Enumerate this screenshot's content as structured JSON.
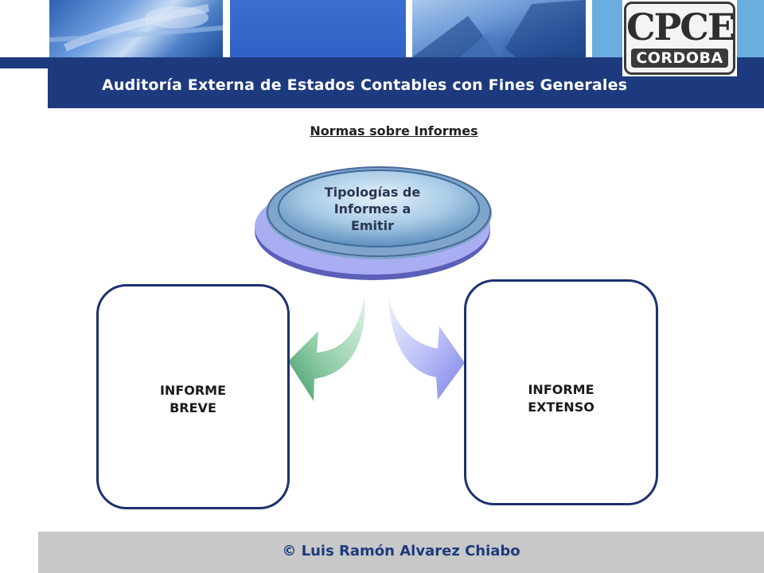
{
  "header": {
    "title": "Auditoría Externa de Estados Contables con Fines Generales",
    "logo_top": "CPCE",
    "logo_bottom": "CORDOBA"
  },
  "subtitle": "Normas sobre Informes",
  "diagram": {
    "center_line1": "Tipologías de",
    "center_line2": "Informes a",
    "center_line3": "Emitir",
    "left_box_line1": "INFORME",
    "left_box_line2": "BREVE",
    "right_box_line1": "INFORME",
    "right_box_line2": "EXTENSO"
  },
  "footer": {
    "copyright": "© Luis Ramón Alvarez Chiabo"
  },
  "colors": {
    "navy": "#1e3a7e",
    "footer_gray": "#c8c8c8",
    "arrow_green": "#4fa878",
    "arrow_lavender": "#8f95ee"
  },
  "icons": [
    "keyboard-photo",
    "skyscraper-photo",
    "cpce-logo",
    "curved-arrow-left",
    "curved-arrow-right"
  ]
}
